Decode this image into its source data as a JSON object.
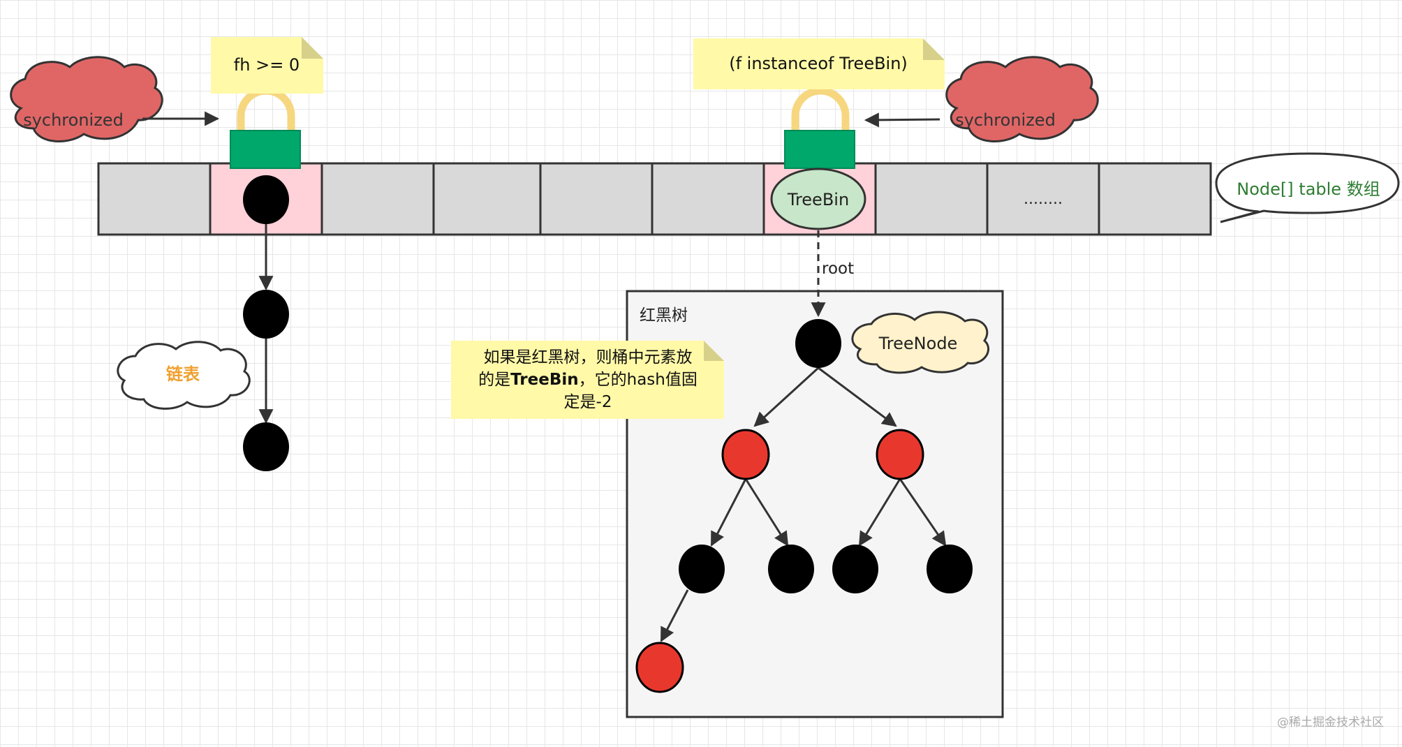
{
  "notes": {
    "fh_condition": "fh >= 0",
    "treebin_condition": "(f instanceof TreeBin)",
    "treebin_explain_line1": "如果是红黑树，则桶中元素放",
    "treebin_explain_line2_pre": "的是",
    "treebin_explain_line2_bold": "TreeBin",
    "treebin_explain_line2_post": "，它的hash值固",
    "treebin_explain_line3": "定是-2"
  },
  "clouds": {
    "sync_left": "sychronized",
    "sync_right": "sychronized",
    "linked_list": "链表",
    "tree_node": "TreeNode"
  },
  "table": {
    "callout": "Node[] table 数组",
    "treebin_label": "TreeBin",
    "ellipsis": "........"
  },
  "edges": {
    "root_label": "root"
  },
  "rbtree": {
    "title": "红黑树"
  },
  "watermark": "@稀土掘金技术社区",
  "colors": {
    "cell_gray": "#d9d9d9",
    "cell_locked": "#ffd1d9",
    "lock_body": "#00a86b",
    "lock_shackle": "#f6d77f",
    "note_yellow": "#fff9a8",
    "cloud_red": "#e06666",
    "cloud_yellow": "#fff2cc",
    "treebin_green": "#c8e6c9",
    "node_red": "#e8382d",
    "node_black": "#000000",
    "callout_green_text": "#2e7d32",
    "list_label_orange": "#f0a030"
  }
}
